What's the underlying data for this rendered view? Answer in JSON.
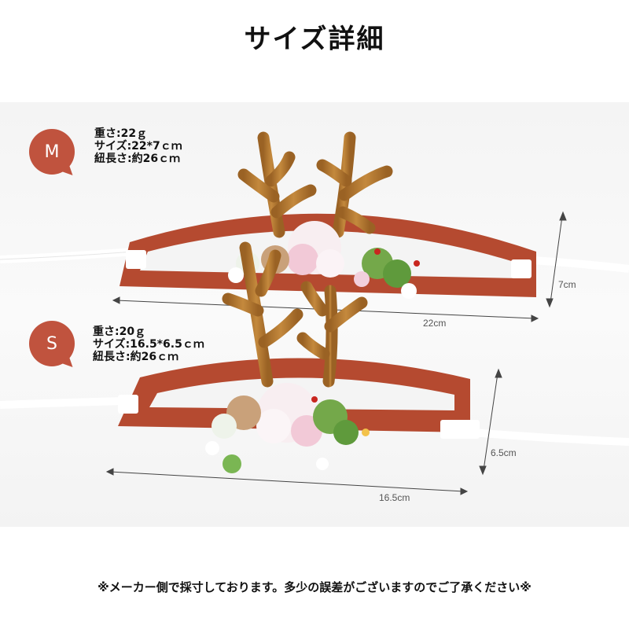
{
  "title": "サイズ詳細",
  "sizes": [
    {
      "badge": "M",
      "weight": "重さ:22ｇ",
      "size": "サイズ:22*7ｃｍ",
      "string_length": "紐長さ:約26ｃｍ",
      "width_label": "22cm",
      "height_label": "7cm"
    },
    {
      "badge": "S",
      "weight": "重さ:20ｇ",
      "size": "サイズ:16.5*6.5ｃｍ",
      "string_length": "紐長さ:約26ｃｍ",
      "width_label": "16.5cm",
      "height_label": "6.5cm"
    }
  ],
  "note": "※メーカー側で採寸しております。多少の誤差がございますのでご了承ください※",
  "colors": {
    "felt": "#b54a30",
    "antler": "#b0752f",
    "badge": "#c0533e"
  }
}
